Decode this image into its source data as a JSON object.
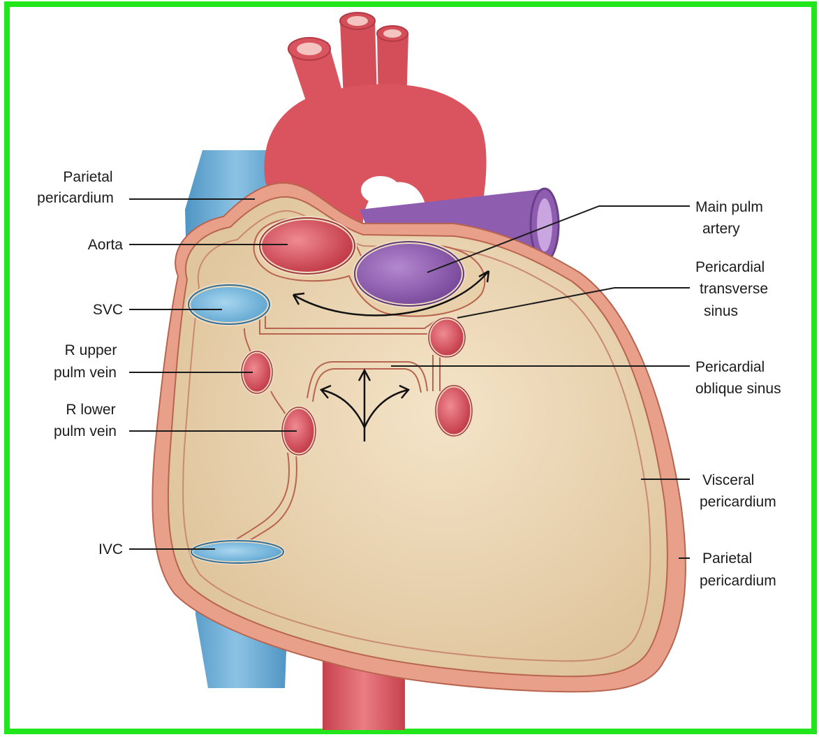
{
  "colors": {
    "frame_border": "#22e61c",
    "pericardium_fill": "#ecd6b3",
    "pericardium_edge": "#b8644f",
    "aorta_red": "#d4515b",
    "vena_cava_blue": "#5aa3cf",
    "pulmonary_purple": "#8e5db0",
    "parietal_outer": "#e9a08a"
  },
  "labels": {
    "parietal_pericardium_left": [
      "Parietal",
      "pericardium"
    ],
    "aorta": [
      "Aorta"
    ],
    "svc": [
      "SVC"
    ],
    "r_upper_pulm_vein": [
      "R upper",
      "pulm vein"
    ],
    "r_lower_pulm_vein": [
      "R lower",
      "pulm vein"
    ],
    "ivc": [
      "IVC"
    ],
    "main_pulm_artery": [
      "Main pulm",
      "artery"
    ],
    "pericardial_transverse_sinus": [
      "Pericardial",
      "transverse",
      "sinus"
    ],
    "pericardial_oblique_sinus": [
      "Pericardial",
      "oblique sinus"
    ],
    "visceral_pericardium": [
      "Visceral",
      "pericardium"
    ],
    "parietal_pericardium_right": [
      "Parietal",
      "pericardium"
    ]
  }
}
